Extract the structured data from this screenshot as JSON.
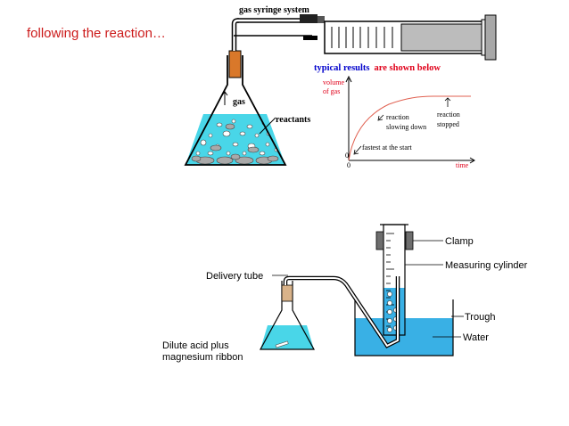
{
  "heading": "following the reaction…",
  "colors": {
    "heading": "#cc1a1a",
    "liquid": "#49d6e8",
    "water": "#39b0e5",
    "blue_text": "#0000cc",
    "red_text": "#e0001a",
    "curve": "#e06050",
    "stopper": "#d9782a",
    "clamp": "#6e6e6e"
  },
  "syringe_setup": {
    "syringe_label": "gas syringe system",
    "gas_label": "gas",
    "reactants_label": "reactants",
    "results_label_part1": "typical results",
    "results_label_part2": "are shown below"
  },
  "graph": {
    "ylabel_line1": "volume",
    "ylabel_line2": "of gas",
    "xlabel": "time",
    "origin_x": "0",
    "origin_y": "0",
    "annotations": {
      "slowing_line1": "reaction",
      "slowing_line2": "slowing down",
      "stopped_line1": "reaction",
      "stopped_line2": "stopped",
      "fastest": "fastest at the start"
    }
  },
  "cylinder_setup": {
    "delivery_tube": "Delivery tube",
    "clamp": "Clamp",
    "measuring_cylinder": "Measuring cylinder",
    "trough": "Trough",
    "water": "Water",
    "acid_line1": "Dilute acid plus",
    "acid_line2": "magnesium ribbon"
  }
}
